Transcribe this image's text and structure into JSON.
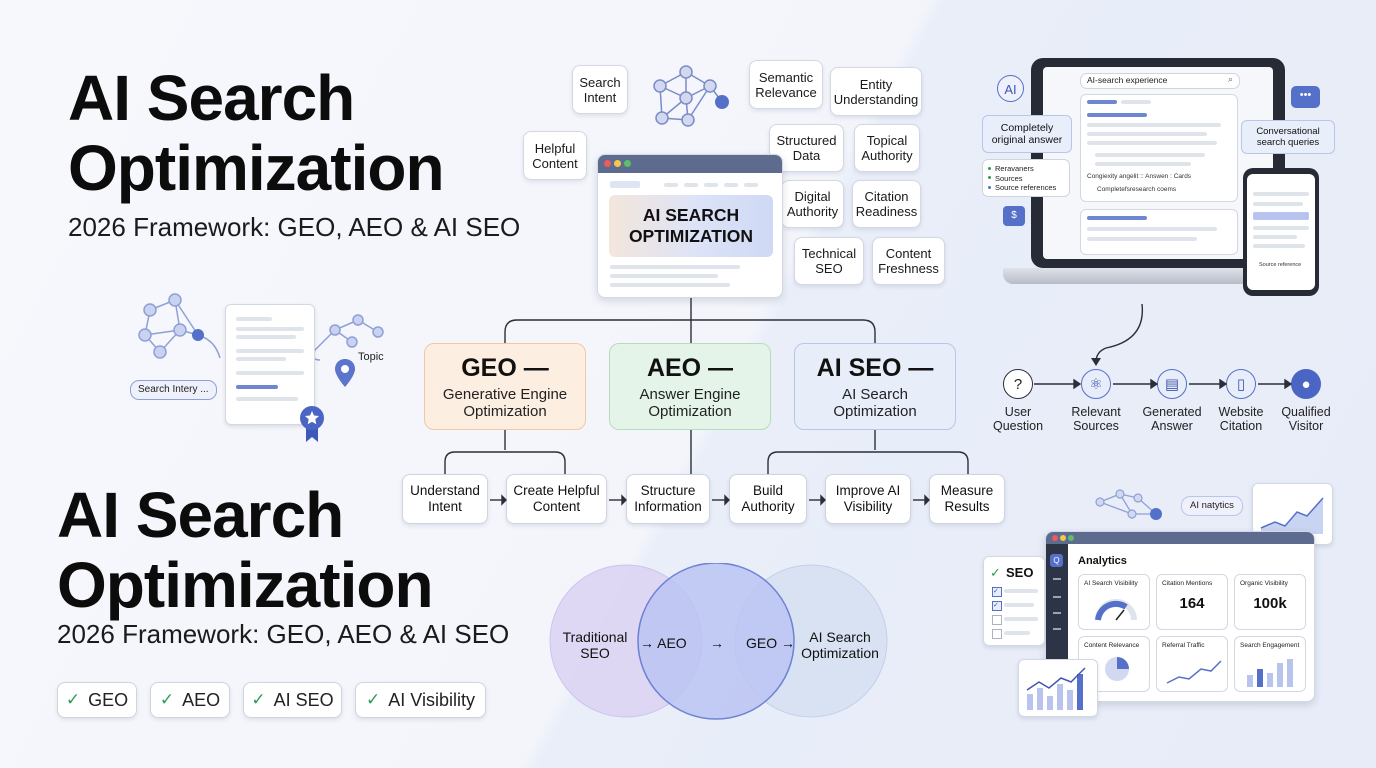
{
  "header": {
    "title_line1": "AI Search",
    "title_line2": "Optimization",
    "subtitle": "2026 Framework: GEO, AEO & AI SEO"
  },
  "lower_header": {
    "title_line1": "AI Search",
    "title_line2": "Optimization",
    "subtitle": "2026 Framework: GEO, AEO & AI SEO"
  },
  "tags": [
    "GEO",
    "AEO",
    "AI SEO",
    "AI Visibility"
  ],
  "concepts": {
    "search_intent": "Search\nIntent",
    "helpful_content": "Helpful\nContent",
    "semantic_relevance": "Semantic\nRelevance",
    "entity_understanding": "Entity\nUnderstanding",
    "structured_data": "Structured\nData",
    "topical_authority": "Topical\nAuthority",
    "digital_authority": "Digital\nAuthority",
    "citation_readiness": "Citation\nReadiness",
    "technical_seo": "Technical\nSEO",
    "content_freshness": "Content\nFreshness"
  },
  "central": {
    "label": "AI SEARCH\nOPTIMIZATION"
  },
  "branches": [
    {
      "head": "GEO —",
      "sub": "Generative Engine\nOptimization",
      "color": "#fdeee2",
      "border": "#f3c7a3"
    },
    {
      "head": "AEO —",
      "sub": "Answer Engine\nOptimization",
      "color": "#e5f4e8",
      "border": "#b7dcbd"
    },
    {
      "head": "AI SEO —",
      "sub": "AI Search\nOptimization",
      "color": "#e8edfa",
      "border": "#b9c6ea"
    }
  ],
  "steps": [
    "Understand\nIntent",
    "Create Helpful\nContent",
    "Structure\nInformation",
    "Build\nAuthority",
    "Improve AI\nVisibility",
    "Measure\nResults"
  ],
  "doc_illustration": {
    "search_tag": "Search Intery ...",
    "topic_label": "Topic"
  },
  "laptop": {
    "search_text": "AI-search experience",
    "ai_badge": "AI",
    "answer_bubble": "Completely\noriginal answer",
    "sources_list": [
      "Reravaners",
      "Sources",
      "Source references"
    ],
    "conv_bubble": "Conversational\nsearch queries",
    "answer_meta": "Congiexity angelit :: Answen : Cards",
    "answer_row": "Completefsresearch coems",
    "phone_row": "Source reference"
  },
  "flow": [
    {
      "label": "User\nQuestion",
      "icon": "?"
    },
    {
      "label": "Relevant\nSources",
      "icon": "⚛"
    },
    {
      "label": "Generated\nAnswer",
      "icon": "▤"
    },
    {
      "label": "Website\nCitation",
      "icon": "▯"
    },
    {
      "label": "Qualified\nVisitor",
      "icon": "●"
    }
  ],
  "venn": {
    "left": "Traditional\nSEO",
    "mid1": "→ AEO",
    "arrow": "→",
    "mid2": "GEO →",
    "right": "AI Search\nOptimization"
  },
  "analytics": {
    "title": "Analytics",
    "seo_label": "SEO",
    "analytics_tag": "AI natytics",
    "tiles": [
      {
        "label": "AI Search Visibility",
        "value": ""
      },
      {
        "label": "Citation Mentions",
        "value": "164"
      },
      {
        "label": "Organic Visibility",
        "value": "100k"
      },
      {
        "label": "Content Relevance",
        "value": ""
      },
      {
        "label": "Referral Traffic",
        "value": ""
      },
      {
        "label": "Search Engagement",
        "value": ""
      }
    ]
  },
  "colors": {
    "accent": "#5570c9",
    "accent_light": "#b8c4ee",
    "venn_left": "#d9d2f4",
    "venn_mid": "#c3caf5",
    "venn_right": "#d7e0f3",
    "check_green": "#2e9c59"
  }
}
